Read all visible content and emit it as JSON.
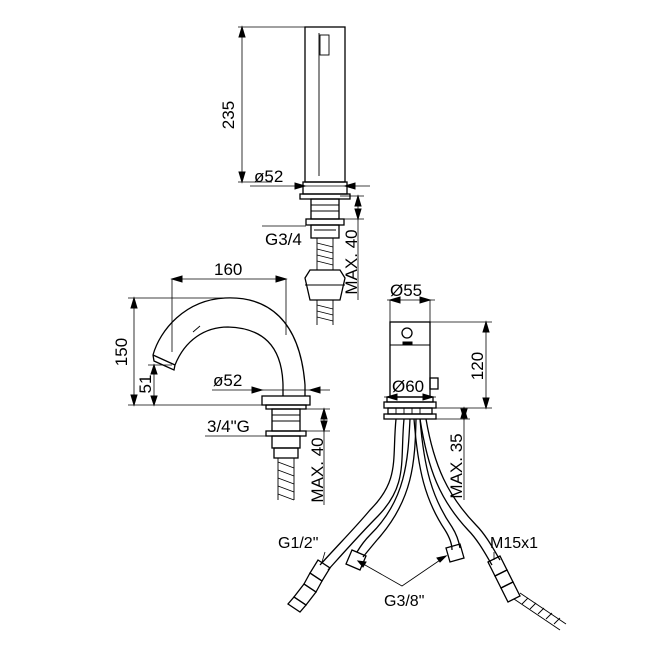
{
  "shower_column": {
    "height": "235",
    "diameter": "ø52",
    "thread": "G3/4",
    "max_thickness": "MAX. 40"
  },
  "spout": {
    "reach": "160",
    "height": "150",
    "outlet_height": "51",
    "diameter": "ø52",
    "thread": "3/4\"G",
    "max_thickness": "MAX. 40"
  },
  "mixer": {
    "top_diameter": "Ø55",
    "height": "120",
    "base_diameter": "Ø60",
    "max_thickness": "MAX. 35",
    "hose_left_thread": "G1/2\"",
    "hose_right_thread": "M15x1",
    "hose_center_thread": "G3/8\""
  }
}
